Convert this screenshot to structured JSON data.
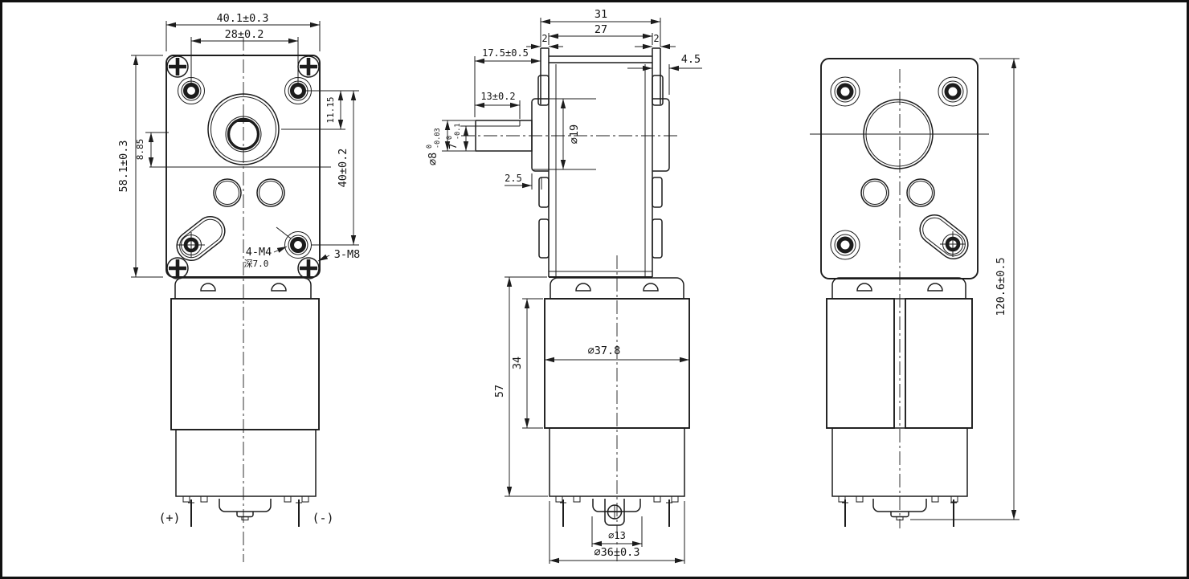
{
  "front_view": {
    "dims": {
      "flange_width": "40.1±0.3",
      "hole_spacing_x": "28±0.2",
      "flange_height": "58.1±0.3",
      "shaft_offset_upper": "11.15",
      "shaft_offset_lower": "8.85",
      "hole_spacing_y": "40±0.2",
      "tapped_holes_label": "4-M4",
      "tapped_depth_label": "深7.0",
      "screws_label": "3-M8",
      "terminal_positive": "(+)",
      "terminal_negative": "(-)"
    }
  },
  "side_view": {
    "dims": {
      "gearbox_overall_width": "31",
      "gearbox_body_width": "27",
      "tab_left": "2",
      "tab_right": "2",
      "shaft_length_overall": "17.5±0.5",
      "shaft_flat_length": "13±0.2",
      "shaft_diameter": "∅8",
      "shaft_diameter_tol_upper": "0",
      "shaft_diameter_tol_lower": "-0.03",
      "shaft_flat_width": "7",
      "shaft_flat_tol_upper": "0",
      "shaft_flat_tol_lower": "-0.1",
      "output_boss_diameter": "∅19",
      "boss_protrusion_left": "2.5",
      "boss_protrusion_right": "4.5",
      "motor_diameter": "∅37.8",
      "motor_body_length": "34",
      "motor_overall_length": "57",
      "rear_boss_diameter": "∅13",
      "rear_cap_diameter": "∅36±0.3"
    }
  },
  "back_view": {
    "dims": {
      "overall_length": "120.6±0.5"
    }
  }
}
